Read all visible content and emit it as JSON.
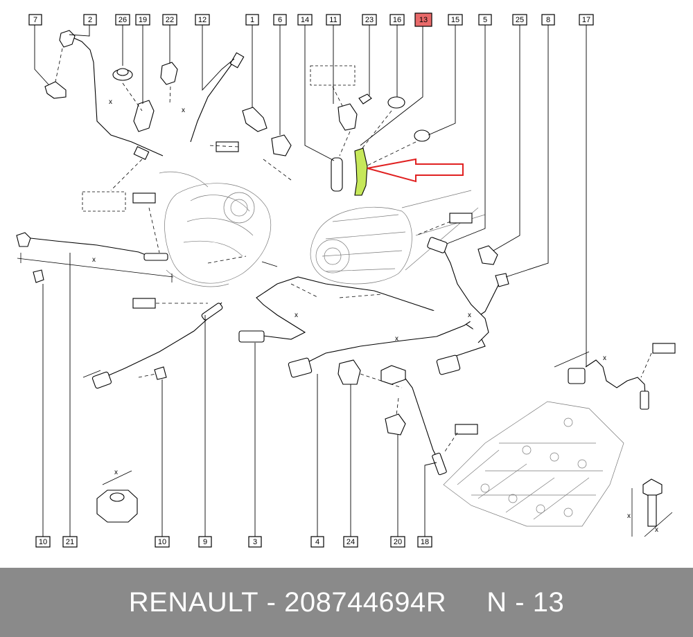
{
  "callouts_top": [
    "7",
    "2",
    "26",
    "19",
    "22",
    "12",
    "1",
    "6",
    "14",
    "11",
    "23",
    "16",
    "13",
    "15",
    "5",
    "25",
    "8",
    "17"
  ],
  "callouts_bottom": [
    "10",
    "21",
    "10",
    "9",
    "3",
    "4",
    "24",
    "20",
    "18"
  ],
  "highlighted_callout": "13",
  "dimension_mark": "x",
  "colors": {
    "highlight": "#e96a6a",
    "part_fill": "#c6e85a",
    "arrow": "#e02020",
    "footer_bg": "#8a8a8a"
  },
  "footer": {
    "brand": "RENAULT",
    "separator": " - ",
    "part_number": "208744694R",
    "position_label": "N - 13"
  }
}
